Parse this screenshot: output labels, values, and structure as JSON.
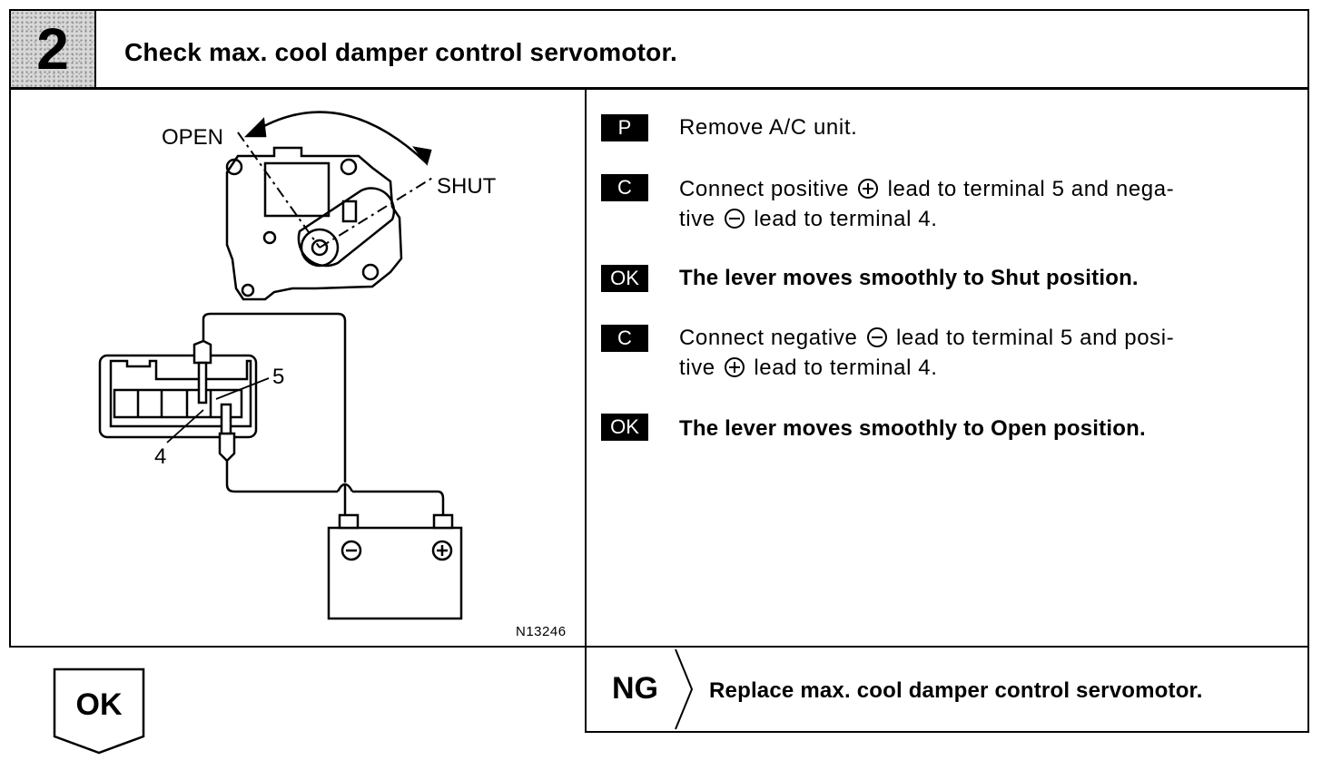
{
  "header": {
    "step_number": "2",
    "title": "Check max. cool damper control servomotor."
  },
  "diagram": {
    "label_open": "OPEN",
    "label_shut": "SHUT",
    "terminal_5": "5",
    "terminal_4": "4",
    "reference": "N13246"
  },
  "steps": [
    {
      "tag": "P",
      "text": "Remove A/C unit."
    },
    {
      "tag": "C",
      "line1_a": "Connect positive",
      "line1_b": "lead to terminal 5 and nega-",
      "line2_a": "tive",
      "line2_b": "lead to terminal 4."
    },
    {
      "tag": "OK",
      "text": "The lever moves smoothly to Shut position."
    },
    {
      "tag": "C",
      "line1_a": "Connect negative",
      "line1_b": "lead to terminal 5 and posi-",
      "line2_a": "tive",
      "line2_b": "lead to terminal 4."
    },
    {
      "tag": "OK",
      "text": "The lever moves smoothly to Open position."
    }
  ],
  "result_ng": {
    "label": "NG",
    "text": "Replace max. cool damper control servomotor."
  },
  "result_ok": {
    "label": "OK"
  },
  "icons": [
    "plus-circle-icon",
    "minus-circle-icon"
  ]
}
